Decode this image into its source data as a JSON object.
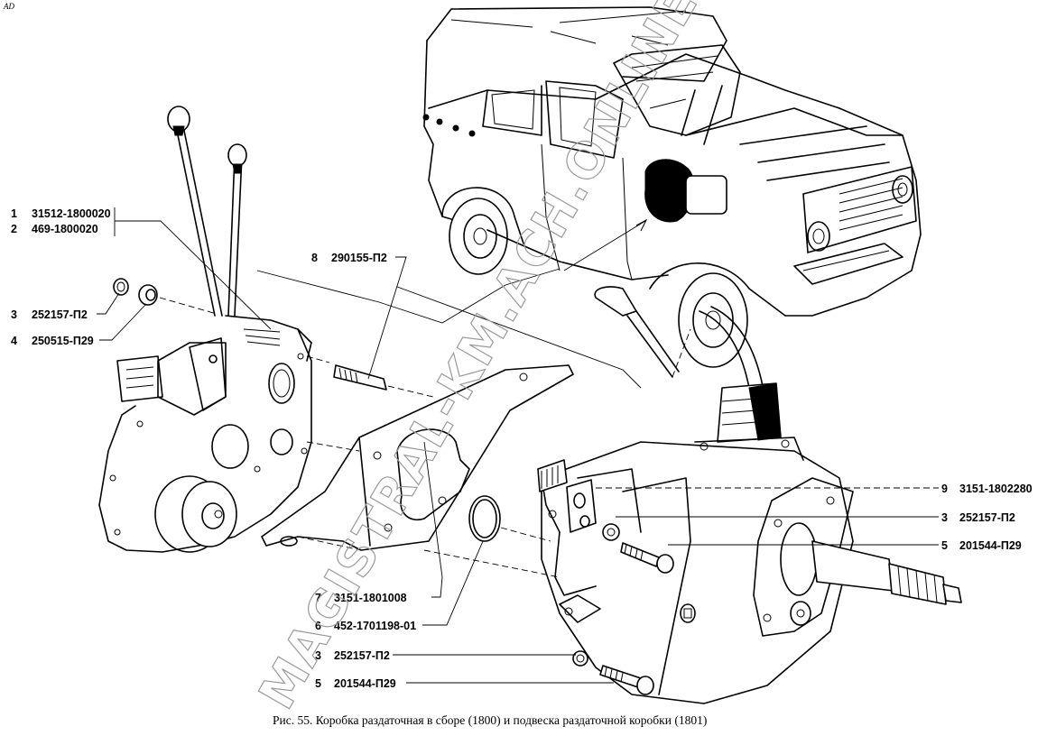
{
  "corner_mark": "AD",
  "caption": "Рис. 55. Коробка раздаточная в сборе (1800) и подвеска раздаточной коробки (1801)",
  "watermark": "MAGISTRAL-KM.ACH.ONLINE",
  "callouts": {
    "left": [
      {
        "num": "1",
        "part": "31512-1800020"
      },
      {
        "num": "2",
        "part": "469-1800020"
      },
      {
        "num": "3",
        "part": "252157-П2"
      },
      {
        "num": "4",
        "part": "250515-П29"
      }
    ],
    "top": [
      {
        "num": "8",
        "part": "290155-П2"
      }
    ],
    "bottom": [
      {
        "num": "7",
        "part": "3151-1801008"
      },
      {
        "num": "6",
        "part": "452-1701198-01"
      },
      {
        "num": "3",
        "part": "252157-П2"
      },
      {
        "num": "5",
        "part": "201544-П29"
      }
    ],
    "right": [
      {
        "num": "9",
        "part": "3151-1802280"
      },
      {
        "num": "3",
        "part": "252157-П2"
      },
      {
        "num": "5",
        "part": "201544-П29"
      }
    ]
  },
  "illustrations": {
    "vehicle": "uaz-vehicle-icon",
    "transfer_case": "transfer-case-assembly-icon",
    "bracket": "mounting-bracket-icon",
    "gearbox": "gearbox-assembly-icon"
  }
}
